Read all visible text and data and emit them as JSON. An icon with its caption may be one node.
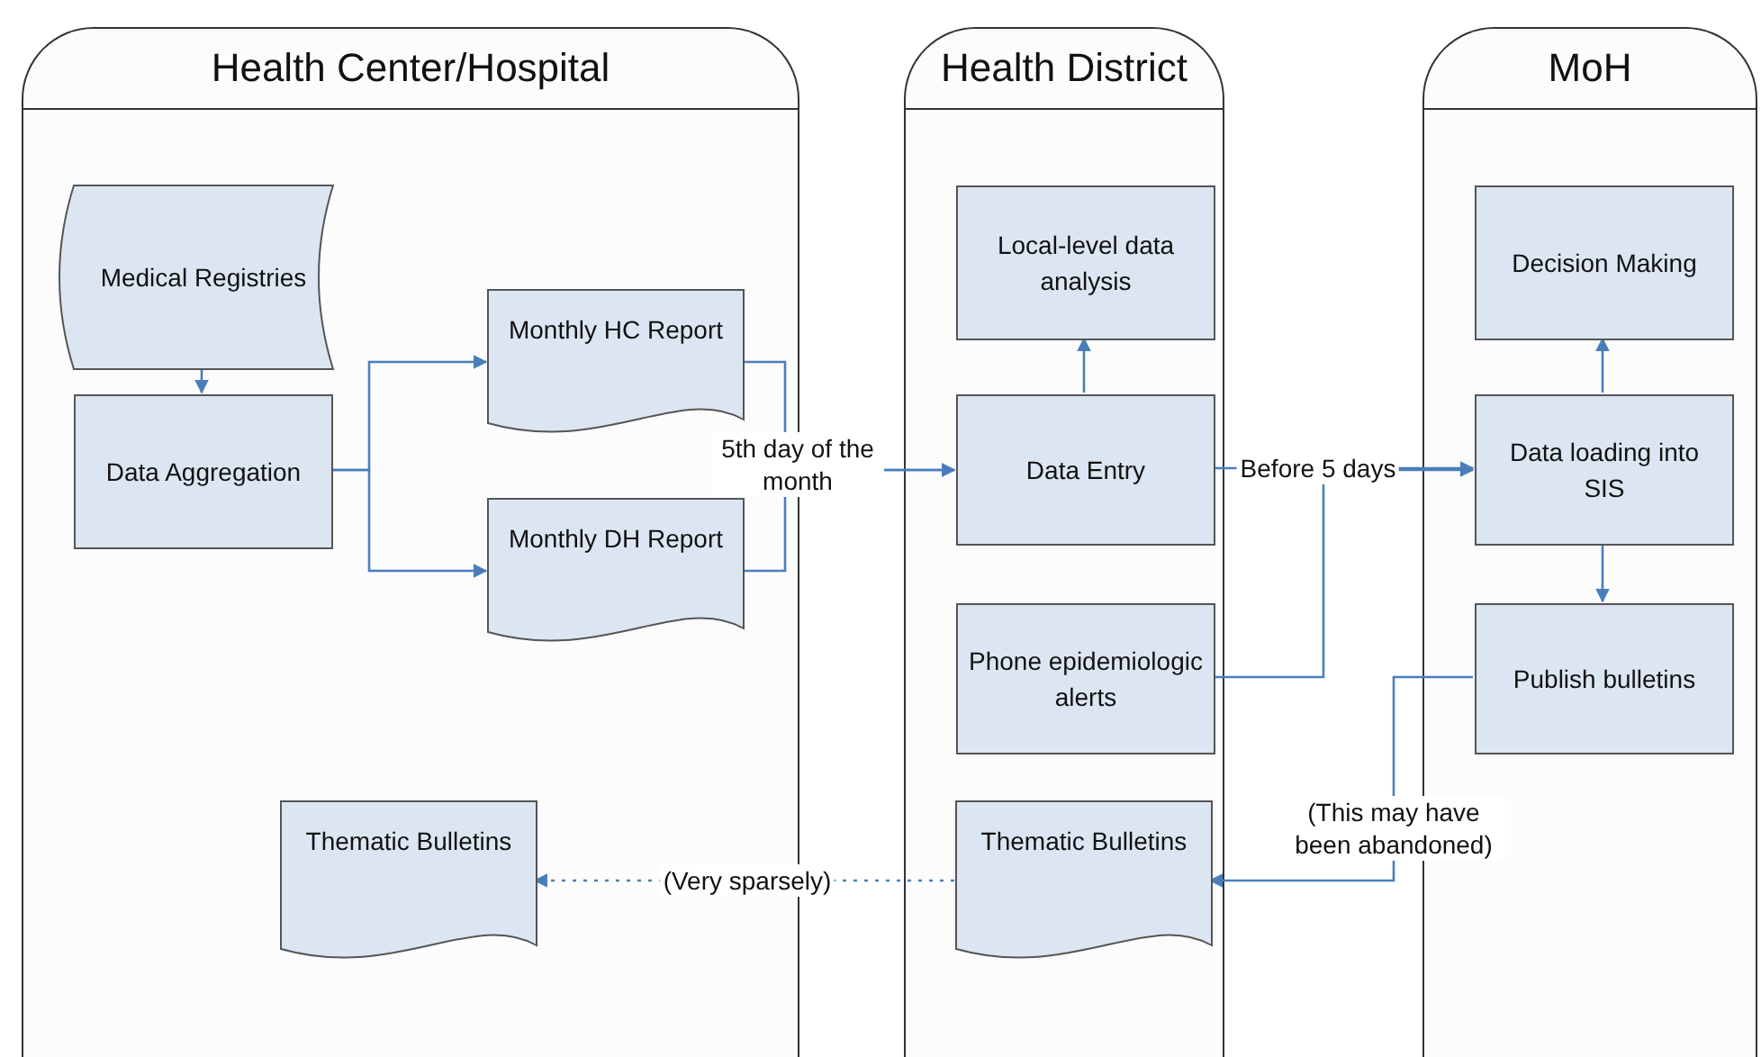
{
  "diagram": {
    "nodes": [
      {
        "text": [
          "Health Center/Hospital"
        ]
      },
      {
        "text": [
          "Medical Registries"
        ],
        "in": 0
      },
      {
        "text": [
          "Data Aggregation"
        ],
        "in": 0
      },
      {
        "text": [
          "Monthly HC Report"
        ],
        "in": 0
      },
      {
        "text": [
          "Monthly DH Report"
        ],
        "in": 0
      },
      {
        "text": [
          "Thematic Bulletins"
        ],
        "in": 0
      },
      {
        "text": [
          "Health District"
        ]
      },
      {
        "text": [
          "Local-level data analysis"
        ],
        "in": 6
      },
      {
        "text": [
          "Data Entry"
        ],
        "in": 6
      },
      {
        "text": [
          "Phone epidemiologic alerts"
        ],
        "in": 6
      },
      {
        "text": [
          "Thematic Bulletins"
        ],
        "in": 6
      },
      {
        "text": [
          "MoH"
        ]
      },
      {
        "text": [
          "Decision Making"
        ],
        "in": 11
      },
      {
        "text": [
          "Data loading into SIS"
        ],
        "in": 11
      },
      {
        "text": [
          "Publish bulletins"
        ],
        "in": 11
      }
    ],
    "edges": [
      {
        "from": 1,
        "to": 2,
        "arrow": "to"
      },
      {
        "from": 2,
        "to": 3,
        "arrow": "to"
      },
      {
        "from": 2,
        "to": 4,
        "arrow": "to"
      },
      {
        "from": 3,
        "to": 8,
        "arrow": "to",
        "label": "5th day of the month"
      },
      {
        "from": 4,
        "to": 8,
        "arrow": "to"
      },
      {
        "from": 8,
        "to": 7,
        "arrow": "to"
      },
      {
        "from": 8,
        "to": 13,
        "arrow": "to",
        "label": "Before 5 days"
      },
      {
        "from": 9,
        "to": 13,
        "arrow": "to"
      },
      {
        "from": 13,
        "to": 12,
        "arrow": "to"
      },
      {
        "from": 13,
        "to": 14,
        "arrow": "to"
      },
      {
        "from": 14,
        "to": 10,
        "arrow": "to",
        "label": "(This may have been abandoned)"
      },
      {
        "from": 10,
        "to": 5,
        "arrow": "to",
        "label": "(Very sparsely)",
        "style": "dashed"
      }
    ]
  }
}
